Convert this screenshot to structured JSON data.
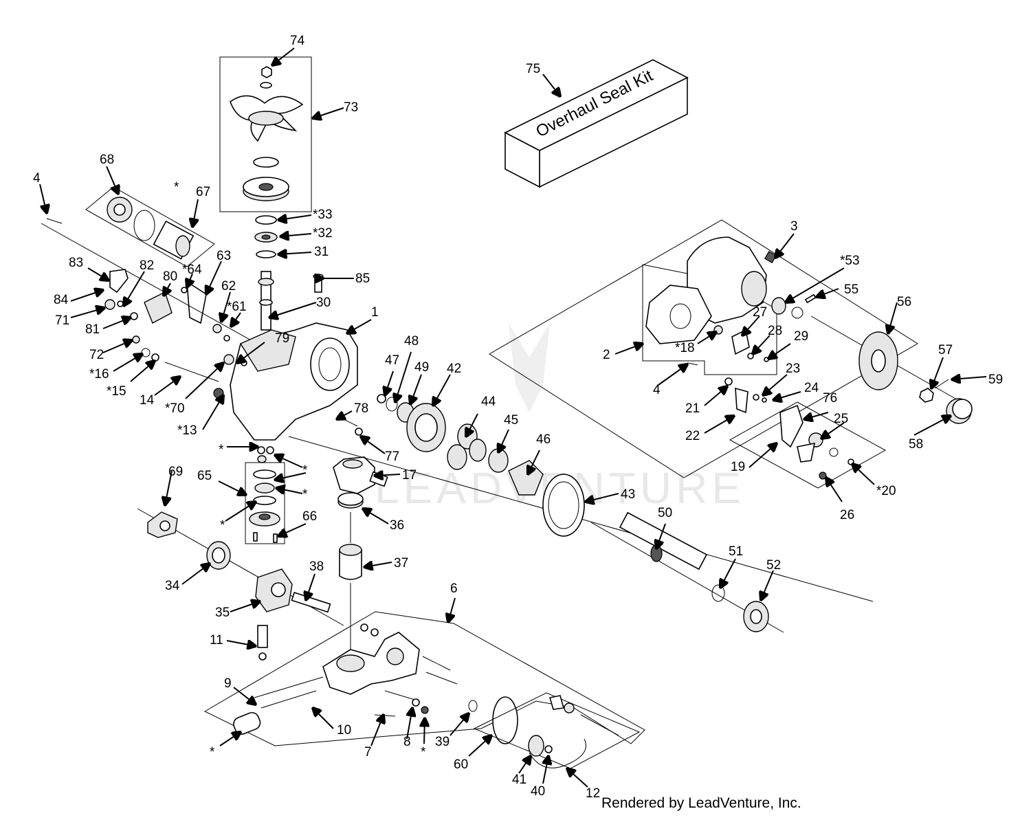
{
  "kit_label": "Overhaul Seal Kit",
  "credit": "Rendered by LeadVenture, Inc.",
  "watermark": "LEADVENTURE",
  "labels": {
    "l74": "74",
    "l73": "73",
    "l75": "75",
    "l68": "68",
    "l4a": "4",
    "star1": "*",
    "l67": "67",
    "l33": "*33",
    "l32": "*32",
    "l31": "31",
    "l3": "3",
    "l53": "*53",
    "l55": "55",
    "l83": "83",
    "l82": "82",
    "l80": "80",
    "l64": "*64",
    "l63": "63",
    "l85": "85",
    "l62": "62",
    "l61": "*61",
    "l84": "84",
    "l71": "71",
    "l81": "81",
    "l30": "30",
    "l1": "1",
    "l56": "56",
    "l27": "27",
    "l28": "28",
    "l29": "29",
    "l18": "*18",
    "l2": "2",
    "l72": "72",
    "l79": "79",
    "l16": "*16",
    "l47": "47",
    "l48": "48",
    "l49": "49",
    "l42": "42",
    "l57": "57",
    "l59": "59",
    "l15": "*15",
    "l14": "14",
    "l70": "*70",
    "l23": "23",
    "l4b": "4",
    "l21": "21",
    "l24": "24",
    "l76": "76",
    "l13": "*13",
    "l78": "78",
    "l44": "44",
    "l45": "45",
    "l25": "25",
    "l58": "58",
    "l22": "22",
    "l46": "46",
    "l77": "77",
    "star2": "*",
    "star3": "*",
    "l69": "69",
    "l65": "65",
    "l17": "17",
    "l19": "19",
    "l20": "*20",
    "star4": "*",
    "l43": "43",
    "star5": "*",
    "l66": "66",
    "l26": "26",
    "l50": "50",
    "l36": "36",
    "l34": "34",
    "l37": "37",
    "l51": "51",
    "l52": "52",
    "l38": "38",
    "l6": "6",
    "l35": "35",
    "l11": "11",
    "l9": "9",
    "l10": "10",
    "star6": "*",
    "l7": "7",
    "l8": "8",
    "star7": "*",
    "l39": "39",
    "l60": "60",
    "l41": "41",
    "l40": "40",
    "l12": "12"
  }
}
